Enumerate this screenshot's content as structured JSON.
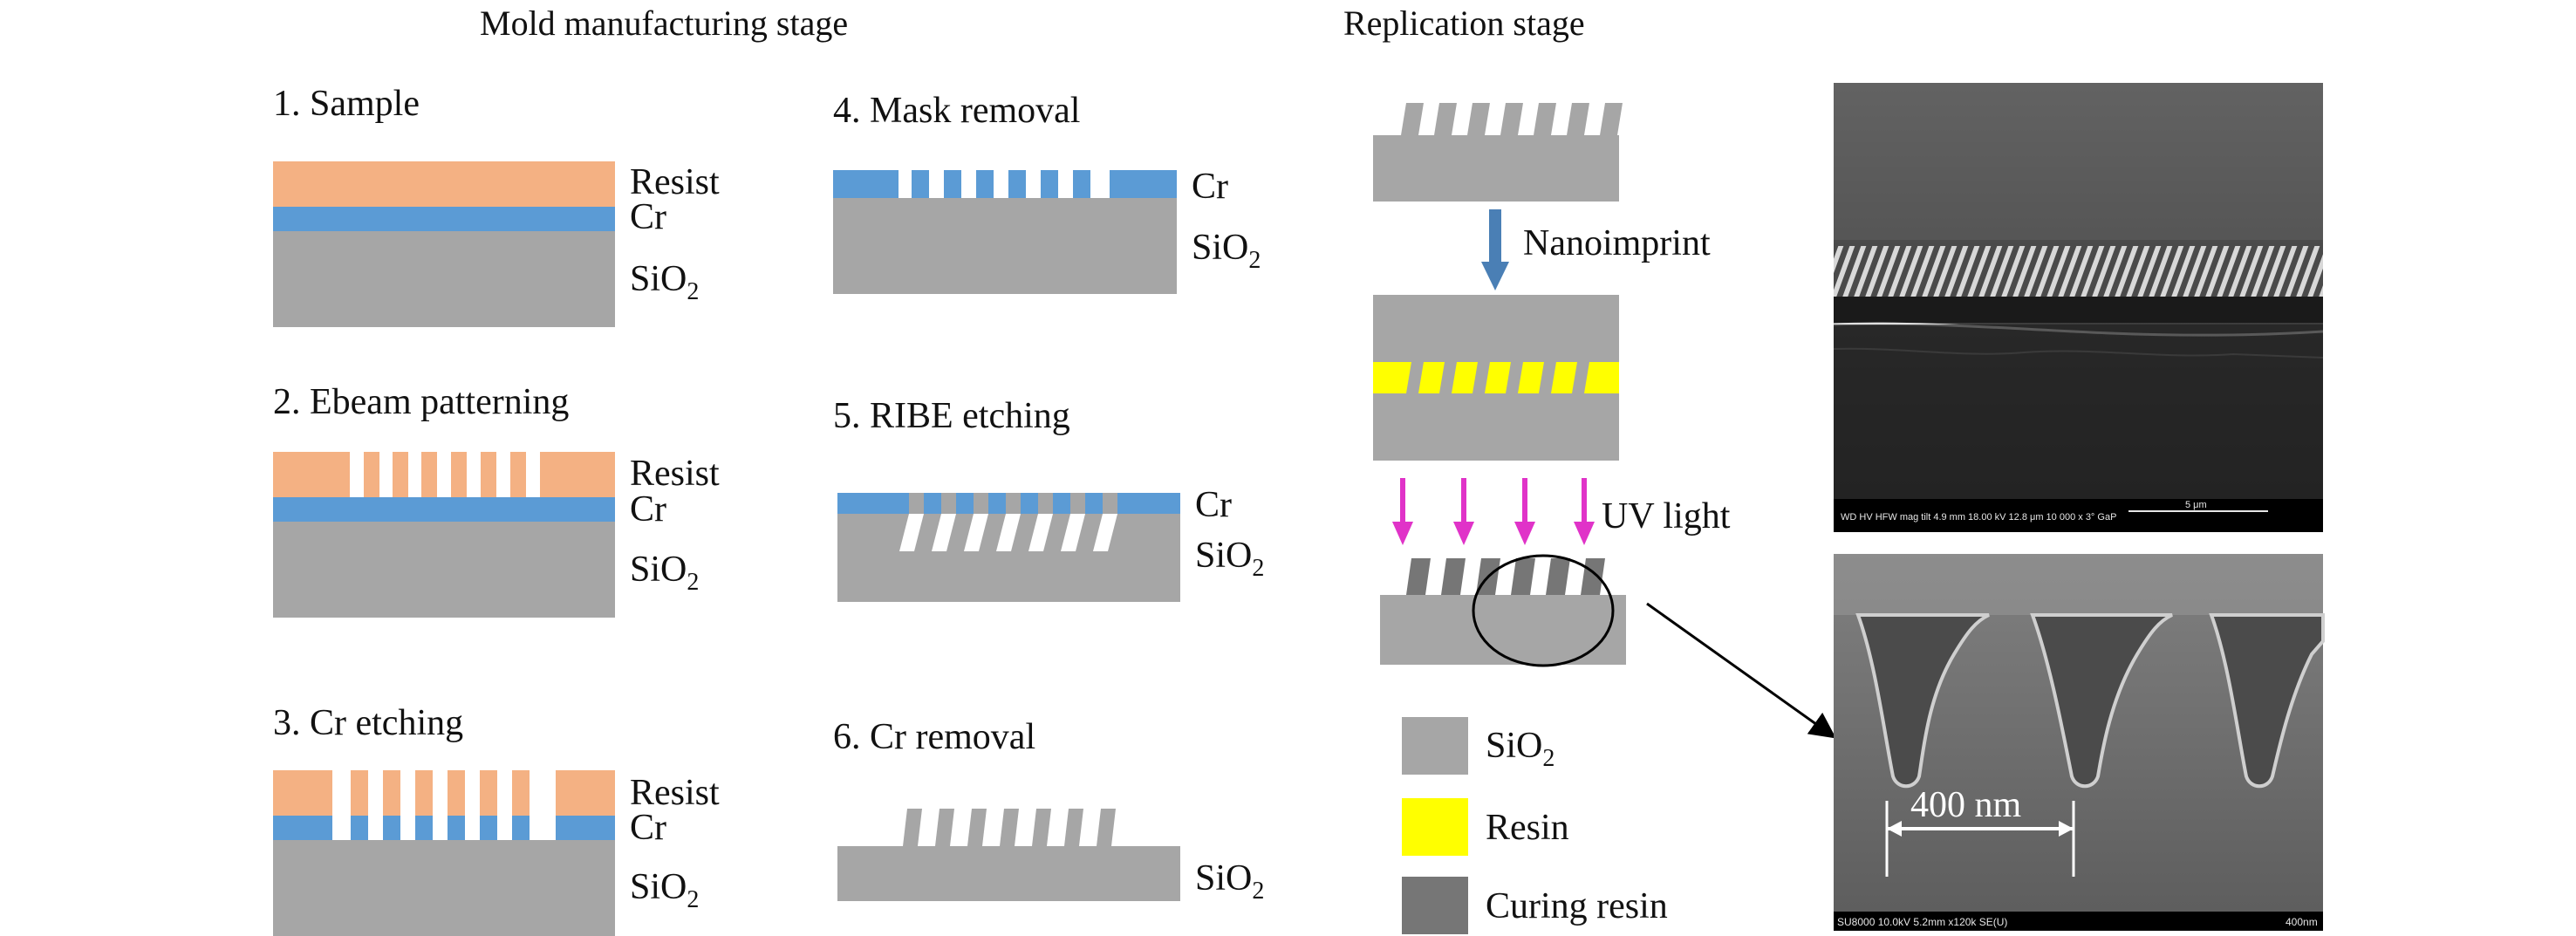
{
  "headings": {
    "mold": "Mold manufacturing stage",
    "replication": "Replication stage"
  },
  "steps": [
    {
      "title": "1. Sample"
    },
    {
      "title": "2. Ebeam patterning"
    },
    {
      "title": "3. Cr etching"
    },
    {
      "title": "4. Mask removal"
    },
    {
      "title": "5. RIBE etching"
    },
    {
      "title": "6. Cr removal"
    }
  ],
  "layer_labels": {
    "resist": "Resist",
    "cr": "Cr",
    "sio2_base": "SiO",
    "sio2_sub": "2"
  },
  "replication": {
    "nanoimprint": "Nanoimprint",
    "uv_light": "UV light"
  },
  "legend": {
    "sio2_base": "SiO",
    "sio2_sub": "2",
    "resin": "Resin",
    "curing_resin": "Curing resin"
  },
  "sem_top": {
    "info_text": "WD  HV  HFW  mag  tilt   4.9 mm  18.00 kV  12.8 μm  10 000 x  3°    GaP",
    "scale_label": "5 μm"
  },
  "sem_bottom": {
    "scale_label": "400 nm",
    "footer_text": "SU8000 10.0kV 5.2mm x120k SE(U)",
    "footer_scale": "400nm"
  },
  "colors": {
    "resist": "#f4b183",
    "cr": "#5b9bd5",
    "sio2": "#a6a6a6",
    "resin": "#ffff00",
    "curing_resin": "#767676",
    "nanoimprint_arrow": "#4a7fb5",
    "uv_arrow": "#e033c8"
  }
}
